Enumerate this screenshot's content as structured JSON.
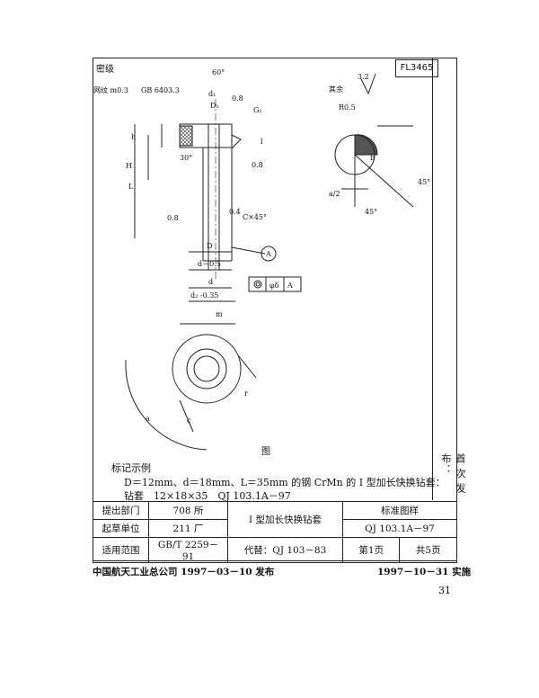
{
  "header": {
    "secret_label": "密级",
    "code": "FL3465"
  },
  "drawing": {
    "angle_60": "60°",
    "knurl": "网纹 m0.3",
    "gb": "GB 6403.3",
    "d1": "d₁",
    "D1": "D₁",
    "G1": "G₁",
    "h": "h",
    "H": "H",
    "L": "L",
    "l": "l",
    "r30": "30°",
    "ra08a": "0.8",
    "ra08b": "0.8",
    "ra08c": "0.8",
    "ra04": "0.4",
    "chamfer": "C×45°",
    "D": "D",
    "dm05": "d－0.5",
    "d": "d",
    "d2": "d₂ -0.35",
    "datum": "A",
    "tol_sym": "φδ",
    "tol_ref": "A",
    "m": "m",
    "r": "r",
    "a": "a",
    "c": "c",
    "fig": "图",
    "ra32": "3.2",
    "rest": "其余",
    "r05": "R0.5",
    "a2": "a/2",
    "b": "b",
    "ang45a": "45°",
    "ang45b": "45°"
  },
  "example": {
    "title": "标记示例",
    "line1": "D＝12mm、d＝18mm、L＝35mm 的钢 CrMn 的 Ⅰ 型加长快换钻套：",
    "line2": "钻套　12×18×35　QJ 103.1A－97"
  },
  "side_text": "首 次 发 布：",
  "table": {
    "r1c1": "提出部门",
    "r1c2": "708 所",
    "r1c4": "标准图样",
    "r2c1": "起草单位",
    "r2c2": "211 厂",
    "title": "Ⅰ 型加长快换钻套",
    "r2c4": "QJ 103.1A－97",
    "r3c1": "适用范围",
    "r3c2": "GB/T 2259－91",
    "r3c3": "代替：QJ 103－83",
    "r3c4a": "第1页",
    "r3c4b": "共5页"
  },
  "footer": {
    "left": "中国航天工业总公司 1997－03－10 发布",
    "right": "1997－10－31 实施",
    "page": "31"
  }
}
